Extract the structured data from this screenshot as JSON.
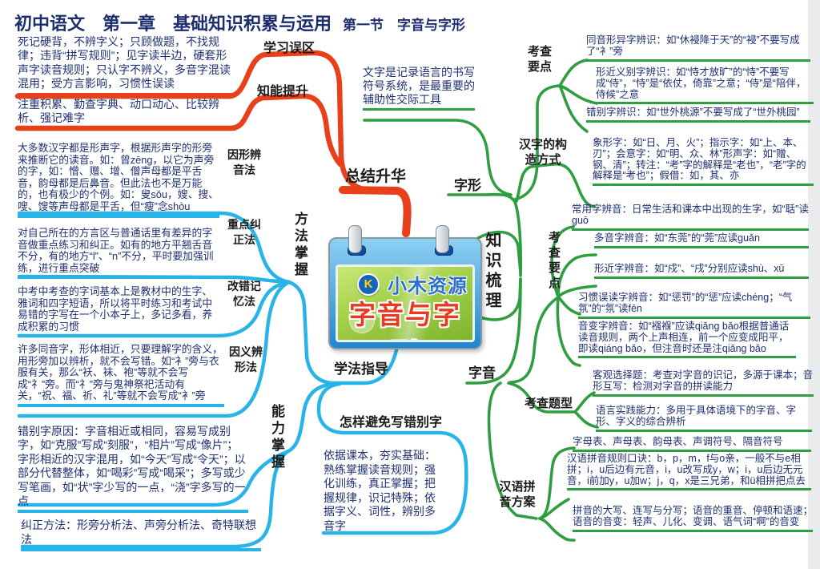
{
  "title": {
    "chapter": "初中语文　第一章　基础知识积累与运用",
    "section": "第一节　字音与字形"
  },
  "colors": {
    "red": "#e8401a",
    "green": "#2f9e41",
    "cyan": "#29b4e8",
    "navy_text": "#1e3072",
    "title_blue": "#1d2e6f"
  },
  "logo": {
    "brand": "小木资源",
    "name": "字音与字形",
    "badge": "K"
  },
  "red_branch": {
    "hub": "总结升华",
    "wuqu": {
      "label": "学习误区",
      "text": "死记硬背，不辨字义；只顾做题，不找规律；违背“拼写规则”；见字读半边，硬套形声字读音规则；只认字不辨义，多音字混读混用；受方言影响，习惯性误读"
    },
    "zhineng": {
      "label": "知能提升",
      "text": "注重积累、勤查字典、动口动心、比较辨析、强记难字"
    }
  },
  "cyan_branch": {
    "hub": "学法指导",
    "fangfa": {
      "label": "方法掌握",
      "items": [
        {
          "label": "因形辨音法",
          "text": "大多数汉字都是形声字，根据形声字的形旁来推断它的读音。如：曾zēng，以它为声旁的字，如：憎、赠、增、僧声母都是平舌音，韵母都是后鼻音。但此法也不是万能的，也有极少的个例。如：叟sǒu，嫂、搜、嗖、馊等声母都是平舌，但“瘦”念shòu"
        },
        {
          "label": "重点纠正法",
          "text": "对自己所在的方言区与普通话里有差异的字音做重点练习和纠正。如有的地方平翘舌音不分，有的地方“l”、“n”不分，平时要加强训练，进行重点突破"
        },
        {
          "label": "改错记忆法",
          "text": "中考中考查的字词基本上是教材中的生字、雅词和四字短语，所以将平时练习和考试中易错的字写在一个小本子上，多记多看，养成积累的习惯"
        },
        {
          "label": "因义辨形法",
          "text": "许多同音字，形体相近，只要理解字的含义，用形旁加以辨析，就不会写错。如“衤”旁与衣服有关，那么“袄、袜、袍”等就不会写成“礻”旁。而“礻”旁与鬼神祭祀活动有关，“祝、福、祈、礼”等就不会写成“衤”旁"
        }
      ]
    },
    "nengli": {
      "label": "能力掌握",
      "items": [
        "错别字原因：字音相近或相同，容易写成别字，如“克服”写成“刻服”，“相片”写成“像片”；字形相近的汉字混用，如“今天”写成“令天”；以部分代替整体，如“喝彩”写成“喝采”；多写或少写笔画，如“状”字少写的一点，“浇”字多写的一点",
        "纠正方法：形旁分析法、声旁分析法、奇特联想法"
      ]
    },
    "zenyang": {
      "label": "怎样避免写错别字",
      "text": "依据课本，夯实基础：熟练掌握读音规则；强化训练，真正掌握；把握规律，识记特殊；依据字义、词性，辨别多音字"
    }
  },
  "green_branch": {
    "hub": "知识梳理",
    "zixing": {
      "label": "字形",
      "intro": "文字是记录语言的书写符号系统，是最重要的辅助性交际工具",
      "kaocha": {
        "label": "考查要点",
        "items": [
          "同音形异字辨识：如“休祲降于天”的“祲”不要写成了“衤”旁",
          "形近义别字辨识：如“恃才放旷”的“恃”不要写成“侍”，“恃”是“依仗，倚靠”之意；“侍”是“陪伴，侍候”之意",
          "错别字辨识：如“世外桃源”不要写成了“世外桃园”"
        ]
      },
      "gouzao": {
        "label": "汉字的构造方式",
        "text": "象形字：如“日、月、火”；指示字：如“上、本、刃”；会意字：如“明、众、林”形声字：如“赠、钢、清”；转注：“考”字的解释是“老也”，“老”字的解释是“考也”；假借：如，其、亦"
      }
    },
    "ziyin": {
      "label": "字音",
      "kaocha": {
        "label": "考查要点",
        "items": [
          "常用字辨音：日常生活和课本中出现的生字，如“聒”读guō",
          "多音字辨音：如“东莞”的“莞”应读guǎn",
          "形近字辨音：如“戍”、“戌”分别应读shù、xū",
          "习惯误读字辨音：如“惩罚”的“惩”应读chéng；“气氛”的“氛”读fēn",
          "音变字辨音：如“襁褓”应读qiǎng bǎo根据普通话读音规则，两个上声相连，前一个应变成阳平，即读qiáng bǎo，但注音时还是注qiǎng bǎo"
        ]
      },
      "tixing": {
        "label": "考查题型",
        "items": [
          "客观选择题：考查对字音的识记，多源于课本；音形互写：检测对字音的拼读能力",
          "语言实践能力：多用于具体语境下的字音、字形、字义的综合辨析"
        ]
      }
    },
    "pinyin": {
      "label": "汉语拼音方案",
      "items": [
        "字母表、声母表、韵母表、声调符号、隔音符号",
        "汉语拼音规则口诀：b，p，m，f与o亲，一般不与e相拼；i，u后边有元音，i，u改写成y，w；i，u后边无元音，i前加y，u加w；j，q，x是三兄弟，和ü相拼把点去",
        "拼音的大写、连写与分写；语音的重音、停顿和语速；语音的音变：轻声、儿化、变调、语气词“啊”的音变"
      ]
    }
  }
}
